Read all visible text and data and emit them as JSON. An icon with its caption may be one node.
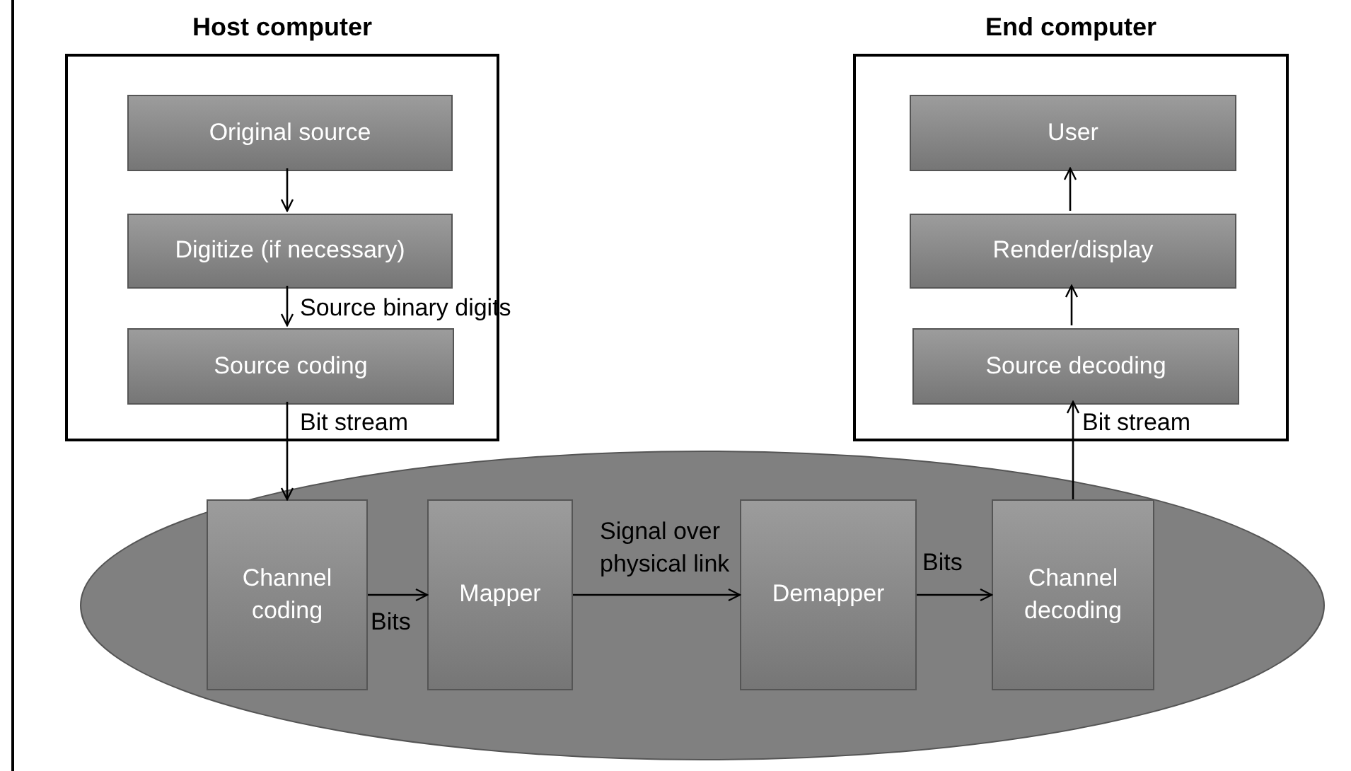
{
  "diagram": {
    "nodes": [
      {
        "text": [
          "Host computer"
        ]
      },
      {
        "text": [
          "Original source"
        ],
        "in": 0
      },
      {
        "text": [
          "Digitize (if necessary)"
        ],
        "in": 0
      },
      {
        "text": [
          "Source coding"
        ],
        "in": 0
      },
      {
        "text": [
          "End computer"
        ]
      },
      {
        "text": [
          "User"
        ],
        "in": 4
      },
      {
        "text": [
          "Render/display"
        ],
        "in": 4
      },
      {
        "text": [
          "Source decoding"
        ],
        "in": 4
      },
      {
        "text": [],
        "shape": "ellipse"
      },
      {
        "text": [
          "Channel coding"
        ],
        "in": 8
      },
      {
        "text": [
          "Mapper"
        ],
        "in": 8
      },
      {
        "text": [
          "Demapper"
        ],
        "in": 8
      },
      {
        "text": [
          "Channel decoding"
        ],
        "in": 8
      }
    ],
    "edges": [
      {
        "from": 1,
        "to": 2,
        "arrow": "to"
      },
      {
        "from": 2,
        "to": 3,
        "arrow": "to",
        "label": "Source binary digits"
      },
      {
        "from": 3,
        "to": 9,
        "arrow": "to",
        "label": "Bit stream"
      },
      {
        "from": 9,
        "to": 10,
        "arrow": "to",
        "label": "Bits"
      },
      {
        "from": 10,
        "to": 11,
        "arrow": "to",
        "label": "Signal over physical link"
      },
      {
        "from": 11,
        "to": 12,
        "arrow": "to",
        "label": "Bits"
      },
      {
        "from": 12,
        "to": 7,
        "arrow": "to",
        "label": "Bit stream"
      },
      {
        "from": 7,
        "to": 6,
        "arrow": "to"
      },
      {
        "from": 6,
        "to": 5,
        "arrow": "to"
      }
    ]
  }
}
